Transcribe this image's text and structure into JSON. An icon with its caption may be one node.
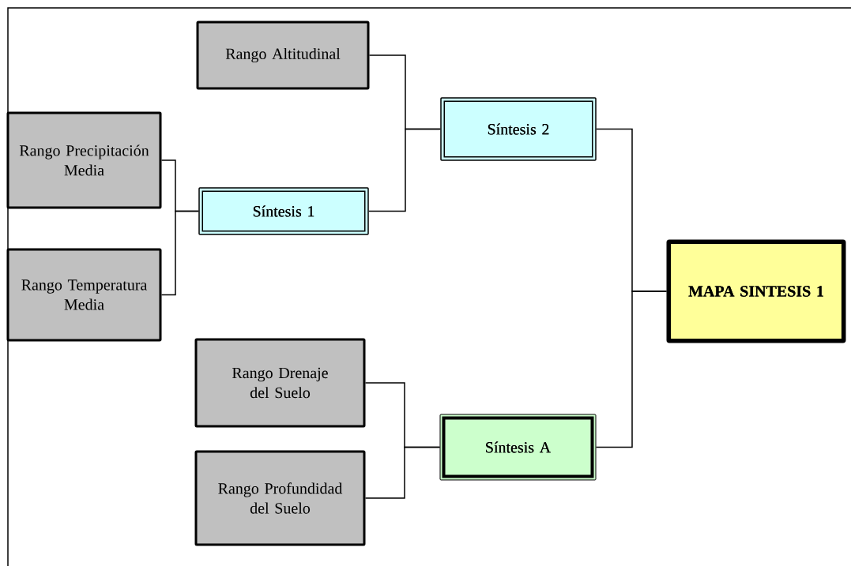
{
  "diagram": {
    "nodes": [
      {
        "text": [
          "Rango Altitudinal"
        ]
      },
      {
        "text": [
          "Rango Precipitación Media"
        ]
      },
      {
        "text": [
          "Rango Temperatura Media"
        ]
      },
      {
        "text": [
          "Síntesis 1"
        ]
      },
      {
        "text": [
          "Síntesis 2"
        ]
      },
      {
        "text": [
          "MAPA SINTESIS 1"
        ]
      },
      {
        "text": [
          "Rango Drenaje del Suelo"
        ]
      },
      {
        "text": [
          "Rango Profundidad del Suelo"
        ]
      },
      {
        "text": [
          "Síntesis A"
        ]
      }
    ],
    "edges": [
      {
        "from": 1,
        "to": 3,
        "arrow": "none"
      },
      {
        "from": 2,
        "to": 3,
        "arrow": "none"
      },
      {
        "from": 0,
        "to": 4,
        "arrow": "none"
      },
      {
        "from": 3,
        "to": 4,
        "arrow": "none"
      },
      {
        "from": 6,
        "to": 8,
        "arrow": "none"
      },
      {
        "from": 7,
        "to": 8,
        "arrow": "none"
      },
      {
        "from": 4,
        "to": 5,
        "arrow": "none"
      },
      {
        "from": 8,
        "to": 5,
        "arrow": "none"
      }
    ]
  }
}
